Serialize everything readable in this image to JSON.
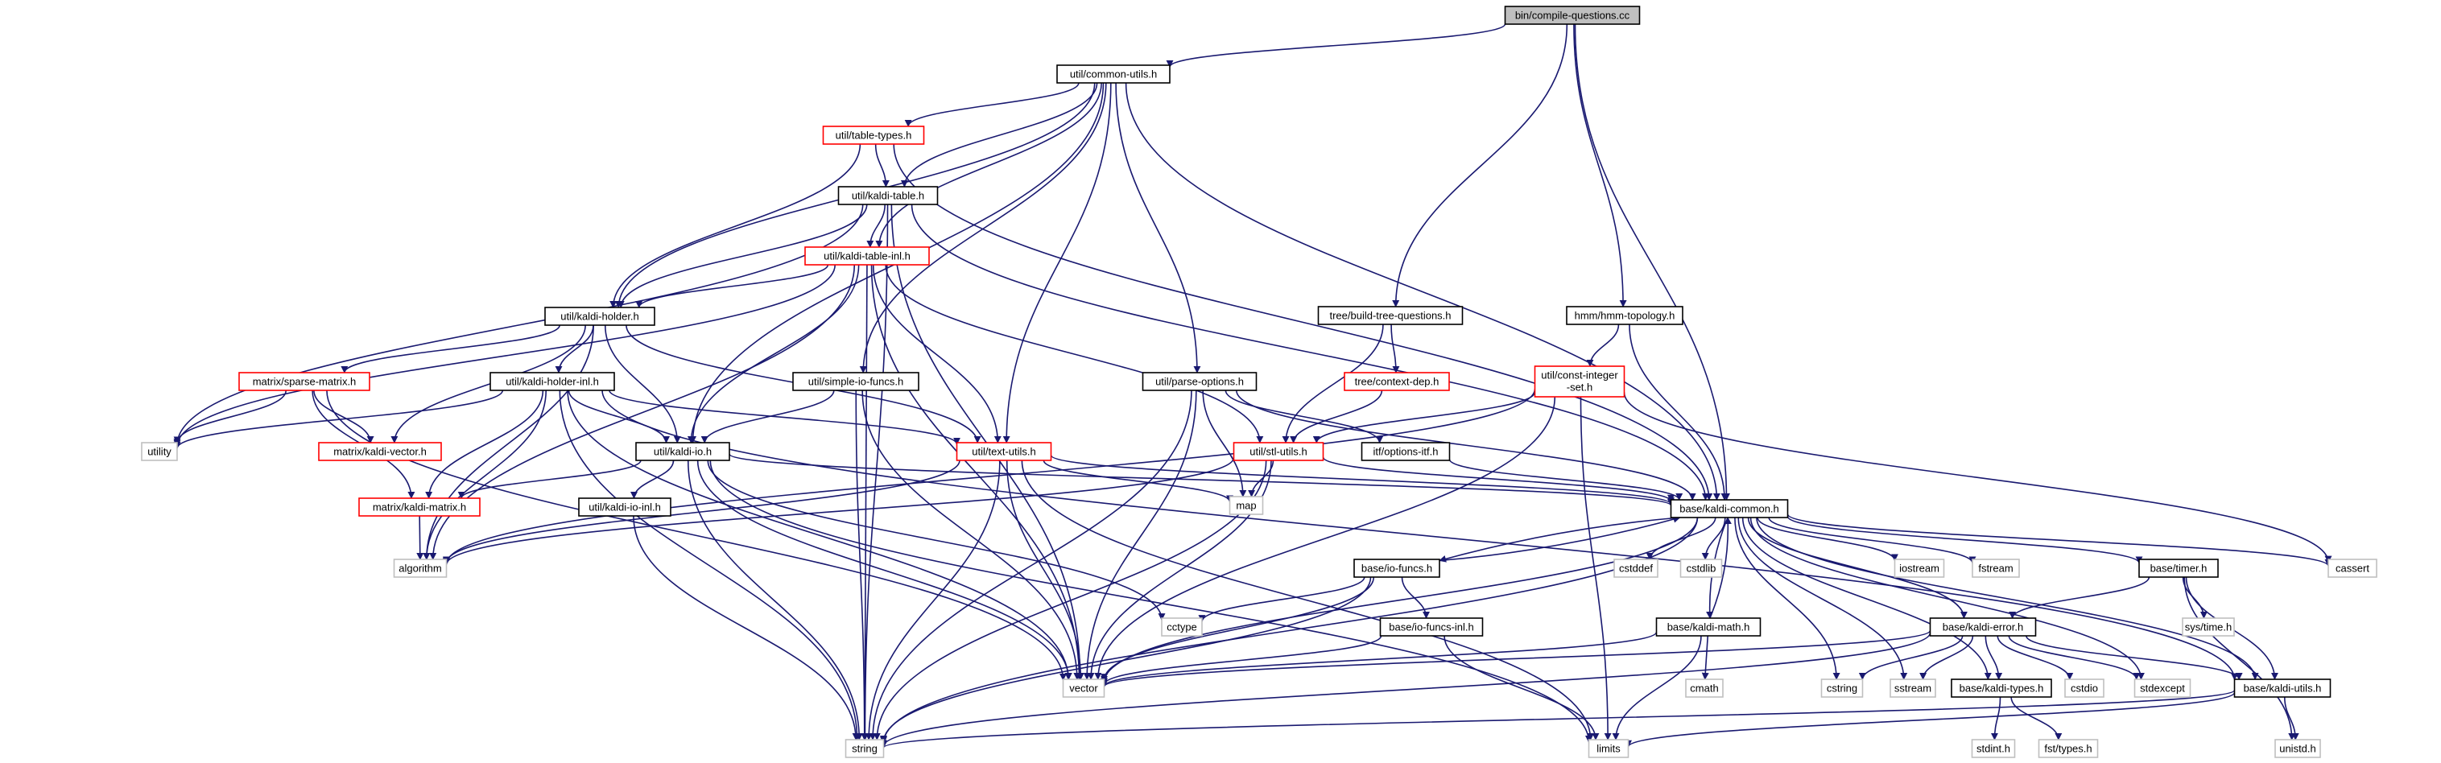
{
  "colors": {
    "edge": "#191970",
    "focus_fill": "#bfbfbf",
    "border_normal": "#000000",
    "border_incomplete": "#ff0000",
    "border_external": "#bfbfbf"
  },
  "nodes": [
    {
      "id": "compile",
      "label": "bin/compile-questions.cc",
      "style": "focus"
    },
    {
      "id": "common_utils",
      "label": "util/common-utils.h",
      "style": "normal"
    },
    {
      "id": "table_types",
      "label": "util/table-types.h",
      "style": "red"
    },
    {
      "id": "kaldi_table",
      "label": "util/kaldi-table.h",
      "style": "normal"
    },
    {
      "id": "kaldi_table_inl",
      "label": "util/kaldi-table-inl.h",
      "style": "red"
    },
    {
      "id": "kaldi_holder",
      "label": "util/kaldi-holder.h",
      "style": "normal"
    },
    {
      "id": "sparse_matrix",
      "label": "matrix/sparse-matrix.h",
      "style": "red"
    },
    {
      "id": "kaldi_holder_inl",
      "label": "util/kaldi-holder-inl.h",
      "style": "normal"
    },
    {
      "id": "simple_io",
      "label": "util/simple-io-funcs.h",
      "style": "normal"
    },
    {
      "id": "parse_options",
      "label": "util/parse-options.h",
      "style": "normal"
    },
    {
      "id": "build_tree",
      "label": "tree/build-tree-questions.h",
      "style": "normal"
    },
    {
      "id": "context_dep",
      "label": "tree/context-dep.h",
      "style": "red"
    },
    {
      "id": "hmm_topology",
      "label": "hmm/hmm-topology.h",
      "style": "normal"
    },
    {
      "id": "const_int_set",
      "label": "util/const-integer\n-set.h",
      "style": "red"
    },
    {
      "id": "utility",
      "label": "utility",
      "style": "ext"
    },
    {
      "id": "kaldi_vector",
      "label": "matrix/kaldi-vector.h",
      "style": "red"
    },
    {
      "id": "kaldi_io",
      "label": "util/kaldi-io.h",
      "style": "normal"
    },
    {
      "id": "text_utils",
      "label": "util/text-utils.h",
      "style": "red"
    },
    {
      "id": "stl_utils",
      "label": "util/stl-utils.h",
      "style": "red"
    },
    {
      "id": "options_itf",
      "label": "itf/options-itf.h",
      "style": "normal"
    },
    {
      "id": "map",
      "label": "map",
      "style": "ext"
    },
    {
      "id": "kaldi_matrix",
      "label": "matrix/kaldi-matrix.h",
      "style": "red"
    },
    {
      "id": "kaldi_io_inl",
      "label": "util/kaldi-io-inl.h",
      "style": "normal"
    },
    {
      "id": "kaldi_common",
      "label": "base/kaldi-common.h",
      "style": "normal"
    },
    {
      "id": "algorithm",
      "label": "algorithm",
      "style": "ext"
    },
    {
      "id": "io_funcs",
      "label": "base/io-funcs.h",
      "style": "normal"
    },
    {
      "id": "cstddef",
      "label": "cstddef",
      "style": "ext"
    },
    {
      "id": "cstdlib",
      "label": "cstdlib",
      "style": "ext"
    },
    {
      "id": "iostream",
      "label": "iostream",
      "style": "ext"
    },
    {
      "id": "fstream",
      "label": "fstream",
      "style": "ext"
    },
    {
      "id": "timer",
      "label": "base/timer.h",
      "style": "normal"
    },
    {
      "id": "cassert",
      "label": "cassert",
      "style": "ext"
    },
    {
      "id": "cctype",
      "label": "cctype",
      "style": "ext"
    },
    {
      "id": "io_funcs_inl",
      "label": "base/io-funcs-inl.h",
      "style": "normal"
    },
    {
      "id": "kaldi_math",
      "label": "base/kaldi-math.h",
      "style": "normal"
    },
    {
      "id": "kaldi_error",
      "label": "base/kaldi-error.h",
      "style": "normal"
    },
    {
      "id": "sys_time",
      "label": "sys/time.h",
      "style": "ext"
    },
    {
      "id": "vector",
      "label": "vector",
      "style": "ext"
    },
    {
      "id": "cmath",
      "label": "cmath",
      "style": "ext"
    },
    {
      "id": "cstring",
      "label": "cstring",
      "style": "ext"
    },
    {
      "id": "sstream",
      "label": "sstream",
      "style": "ext"
    },
    {
      "id": "kaldi_types",
      "label": "base/kaldi-types.h",
      "style": "normal"
    },
    {
      "id": "cstdio",
      "label": "cstdio",
      "style": "ext"
    },
    {
      "id": "stdexcept",
      "label": "stdexcept",
      "style": "ext"
    },
    {
      "id": "kaldi_utils",
      "label": "base/kaldi-utils.h",
      "style": "normal"
    },
    {
      "id": "string",
      "label": "string",
      "style": "ext"
    },
    {
      "id": "limits",
      "label": "limits",
      "style": "ext"
    },
    {
      "id": "stdint",
      "label": "stdint.h",
      "style": "ext"
    },
    {
      "id": "fst_types",
      "label": "fst/types.h",
      "style": "ext"
    },
    {
      "id": "unistd",
      "label": "unistd.h",
      "style": "ext"
    }
  ],
  "edges": [
    [
      "compile",
      "common_utils"
    ],
    [
      "compile",
      "build_tree"
    ],
    [
      "compile",
      "hmm_topology"
    ],
    [
      "compile",
      "kaldi_common"
    ],
    [
      "common_utils",
      "table_types"
    ],
    [
      "common_utils",
      "kaldi_table"
    ],
    [
      "common_utils",
      "kaldi_table_inl"
    ],
    [
      "common_utils",
      "kaldi_holder"
    ],
    [
      "common_utils",
      "simple_io"
    ],
    [
      "common_utils",
      "parse_options"
    ],
    [
      "common_utils",
      "kaldi_io"
    ],
    [
      "common_utils",
      "text_utils"
    ],
    [
      "common_utils",
      "kaldi_common"
    ],
    [
      "table_types",
      "kaldi_table"
    ],
    [
      "table_types",
      "kaldi_holder"
    ],
    [
      "table_types",
      "kaldi_common"
    ],
    [
      "kaldi_table",
      "kaldi_table_inl"
    ],
    [
      "kaldi_table",
      "kaldi_holder"
    ],
    [
      "kaldi_table",
      "utility"
    ],
    [
      "kaldi_table",
      "string"
    ],
    [
      "kaldi_table",
      "vector"
    ],
    [
      "kaldi_table",
      "kaldi_common"
    ],
    [
      "kaldi_table_inl",
      "kaldi_holder"
    ],
    [
      "kaldi_table_inl",
      "kaldi_io"
    ],
    [
      "kaldi_table_inl",
      "text_utils"
    ],
    [
      "kaldi_table_inl",
      "stl_utils"
    ],
    [
      "kaldi_table_inl",
      "algorithm"
    ],
    [
      "kaldi_table_inl",
      "utility"
    ],
    [
      "kaldi_table_inl",
      "string"
    ],
    [
      "kaldi_table_inl",
      "vector"
    ],
    [
      "kaldi_holder",
      "sparse_matrix"
    ],
    [
      "kaldi_holder",
      "kaldi_holder_inl"
    ],
    [
      "kaldi_holder",
      "kaldi_io"
    ],
    [
      "kaldi_holder",
      "text_utils"
    ],
    [
      "kaldi_holder",
      "kaldi_vector"
    ],
    [
      "kaldi_holder",
      "algorithm"
    ],
    [
      "sparse_matrix",
      "kaldi_vector"
    ],
    [
      "sparse_matrix",
      "kaldi_matrix"
    ],
    [
      "sparse_matrix",
      "utility"
    ],
    [
      "sparse_matrix",
      "vector"
    ],
    [
      "kaldi_holder_inl",
      "kaldi_io"
    ],
    [
      "kaldi_holder_inl",
      "text_utils"
    ],
    [
      "kaldi_holder_inl",
      "kaldi_matrix"
    ],
    [
      "kaldi_holder_inl",
      "utility"
    ],
    [
      "kaldi_holder_inl",
      "algorithm"
    ],
    [
      "kaldi_holder_inl",
      "string"
    ],
    [
      "kaldi_holder_inl",
      "vector"
    ],
    [
      "kaldi_holder_inl",
      "kaldi_utils"
    ],
    [
      "simple_io",
      "kaldi_io"
    ],
    [
      "simple_io",
      "string"
    ],
    [
      "simple_io",
      "vector"
    ],
    [
      "parse_options",
      "map"
    ],
    [
      "parse_options",
      "string"
    ],
    [
      "parse_options",
      "vector"
    ],
    [
      "parse_options",
      "options_itf"
    ],
    [
      "parse_options",
      "kaldi_common"
    ],
    [
      "build_tree",
      "context_dep"
    ],
    [
      "build_tree",
      "stl_utils"
    ],
    [
      "context_dep",
      "stl_utils"
    ],
    [
      "hmm_topology",
      "const_int_set"
    ],
    [
      "hmm_topology",
      "kaldi_common"
    ],
    [
      "const_int_set",
      "stl_utils"
    ],
    [
      "const_int_set",
      "algorithm"
    ],
    [
      "const_int_set",
      "vector"
    ],
    [
      "const_int_set",
      "cassert"
    ],
    [
      "const_int_set",
      "limits"
    ],
    [
      "kaldi_io",
      "kaldi_matrix"
    ],
    [
      "kaldi_io",
      "kaldi_io_inl"
    ],
    [
      "kaldi_io",
      "string"
    ],
    [
      "kaldi_io",
      "vector"
    ],
    [
      "kaldi_io",
      "cctype"
    ],
    [
      "kaldi_io",
      "kaldi_common"
    ],
    [
      "kaldi_io",
      "limits"
    ],
    [
      "text_utils",
      "algorithm"
    ],
    [
      "text_utils",
      "map"
    ],
    [
      "text_utils",
      "string"
    ],
    [
      "text_utils",
      "vector"
    ],
    [
      "text_utils",
      "kaldi_common"
    ],
    [
      "text_utils",
      "limits"
    ],
    [
      "stl_utils",
      "map"
    ],
    [
      "stl_utils",
      "algorithm"
    ],
    [
      "stl_utils",
      "vector"
    ],
    [
      "stl_utils",
      "string"
    ],
    [
      "stl_utils",
      "kaldi_common"
    ],
    [
      "options_itf",
      "kaldi_common"
    ],
    [
      "kaldi_matrix",
      "algorithm"
    ],
    [
      "kaldi_io_inl",
      "string"
    ],
    [
      "kaldi_common",
      "io_funcs"
    ],
    [
      "kaldi_common",
      "cstddef"
    ],
    [
      "kaldi_common",
      "cstdlib"
    ],
    [
      "kaldi_common",
      "kaldi_math"
    ],
    [
      "kaldi_common",
      "iostream"
    ],
    [
      "kaldi_common",
      "fstream"
    ],
    [
      "kaldi_common",
      "timer"
    ],
    [
      "kaldi_common",
      "cassert"
    ],
    [
      "kaldi_common",
      "cstring"
    ],
    [
      "kaldi_common",
      "sstream"
    ],
    [
      "kaldi_common",
      "stdexcept"
    ],
    [
      "kaldi_common",
      "string"
    ],
    [
      "kaldi_common",
      "vector"
    ],
    [
      "kaldi_common",
      "kaldi_error"
    ],
    [
      "kaldi_common",
      "kaldi_types"
    ],
    [
      "kaldi_common",
      "kaldi_utils"
    ],
    [
      "io_funcs",
      "kaldi_common"
    ],
    [
      "io_funcs",
      "cctype"
    ],
    [
      "io_funcs",
      "io_funcs_inl"
    ],
    [
      "io_funcs",
      "string"
    ],
    [
      "io_funcs",
      "vector"
    ],
    [
      "io_funcs_inl",
      "vector"
    ],
    [
      "io_funcs_inl",
      "limits"
    ],
    [
      "kaldi_math",
      "kaldi_common"
    ],
    [
      "kaldi_math",
      "cmath"
    ],
    [
      "kaldi_math",
      "limits"
    ],
    [
      "kaldi_math",
      "vector"
    ],
    [
      "timer",
      "kaldi_error"
    ],
    [
      "timer",
      "sys_time"
    ],
    [
      "timer",
      "kaldi_utils"
    ],
    [
      "timer",
      "unistd"
    ],
    [
      "kaldi_error",
      "vector"
    ],
    [
      "kaldi_error",
      "cstring"
    ],
    [
      "kaldi_error",
      "sstream"
    ],
    [
      "kaldi_error",
      "kaldi_types"
    ],
    [
      "kaldi_error",
      "cstdio"
    ],
    [
      "kaldi_error",
      "stdexcept"
    ],
    [
      "kaldi_error",
      "kaldi_utils"
    ],
    [
      "kaldi_error",
      "string"
    ],
    [
      "kaldi_types",
      "stdint"
    ],
    [
      "kaldi_types",
      "fst_types"
    ],
    [
      "kaldi_utils",
      "limits"
    ],
    [
      "kaldi_utils",
      "string"
    ],
    [
      "kaldi_utils",
      "unistd"
    ]
  ]
}
